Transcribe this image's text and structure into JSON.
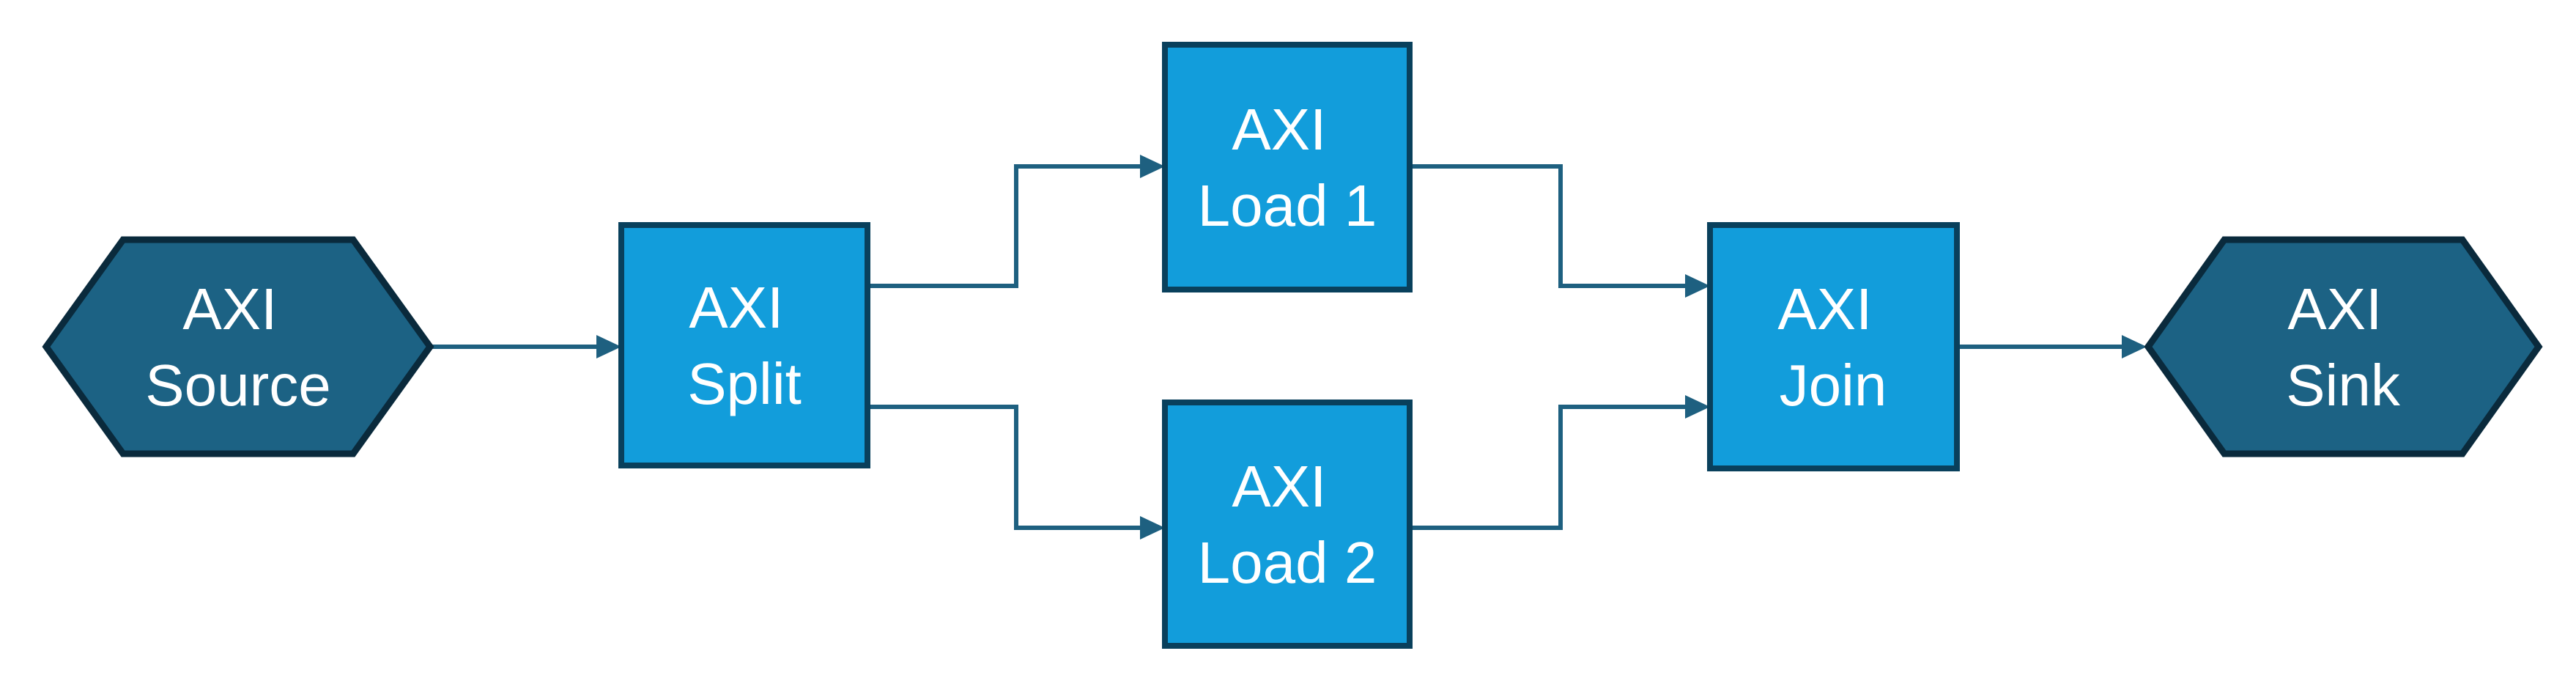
{
  "diagram": {
    "background_color": "#FFFFFF",
    "nodes": [
      {
        "id": "axi-source",
        "shape": "hexagon",
        "role": "terminal",
        "label_line1": "AXI",
        "label_line2": "Source"
      },
      {
        "id": "axi-split",
        "shape": "rectangle",
        "role": "process",
        "label_line1": "AXI",
        "label_line2": "Split"
      },
      {
        "id": "axi-load-1",
        "shape": "rectangle",
        "role": "process",
        "label_line1": "AXI",
        "label_line2": "Load 1"
      },
      {
        "id": "axi-load-2",
        "shape": "rectangle",
        "role": "process",
        "label_line1": "AXI",
        "label_line2": "Load 2"
      },
      {
        "id": "axi-join",
        "shape": "rectangle",
        "role": "process",
        "label_line1": "AXI",
        "label_line2": "Join"
      },
      {
        "id": "axi-sink",
        "shape": "hexagon",
        "role": "terminal",
        "label_line1": "AXI",
        "label_line2": "Sink"
      }
    ],
    "edges": [
      {
        "from": "axi-source",
        "to": "axi-split"
      },
      {
        "from": "axi-split",
        "to": "axi-load-1"
      },
      {
        "from": "axi-split",
        "to": "axi-load-2"
      },
      {
        "from": "axi-load-1",
        "to": "axi-join"
      },
      {
        "from": "axi-load-2",
        "to": "axi-join"
      },
      {
        "from": "axi-join",
        "to": "axi-sink"
      }
    ],
    "colors": {
      "process_fill": "#129DDB",
      "process_border": "#09405C",
      "terminal_fill": "#1C6284",
      "terminal_border": "#0A2A3C",
      "connector": "#1E6080",
      "label_text": "#FFFFFF"
    }
  }
}
